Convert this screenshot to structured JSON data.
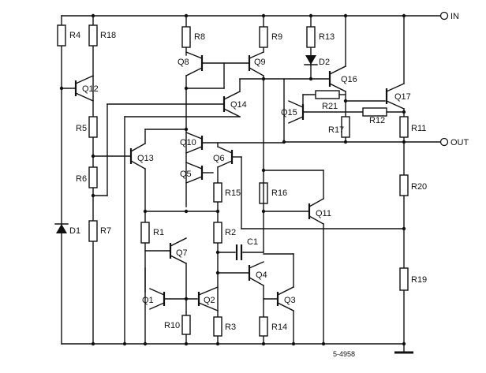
{
  "terminals": {
    "in": "IN",
    "out": "OUT"
  },
  "code": "5-4958",
  "resistors": [
    "R4",
    "R18",
    "R8",
    "R9",
    "R13",
    "R5",
    "R6",
    "R7",
    "R21",
    "R12",
    "R17",
    "R11",
    "R16",
    "R15",
    "R1",
    "R2",
    "R20",
    "R19",
    "R10",
    "R3",
    "R14"
  ],
  "transistors": [
    "Q12",
    "Q8",
    "Q9",
    "Q16",
    "Q17",
    "Q14",
    "Q15",
    "Q10",
    "Q13",
    "Q5",
    "Q6",
    "Q11",
    "Q7",
    "Q4",
    "Q1",
    "Q2",
    "Q3"
  ],
  "diodes": [
    "D1",
    "D2"
  ],
  "capacitors": [
    "C1"
  ]
}
